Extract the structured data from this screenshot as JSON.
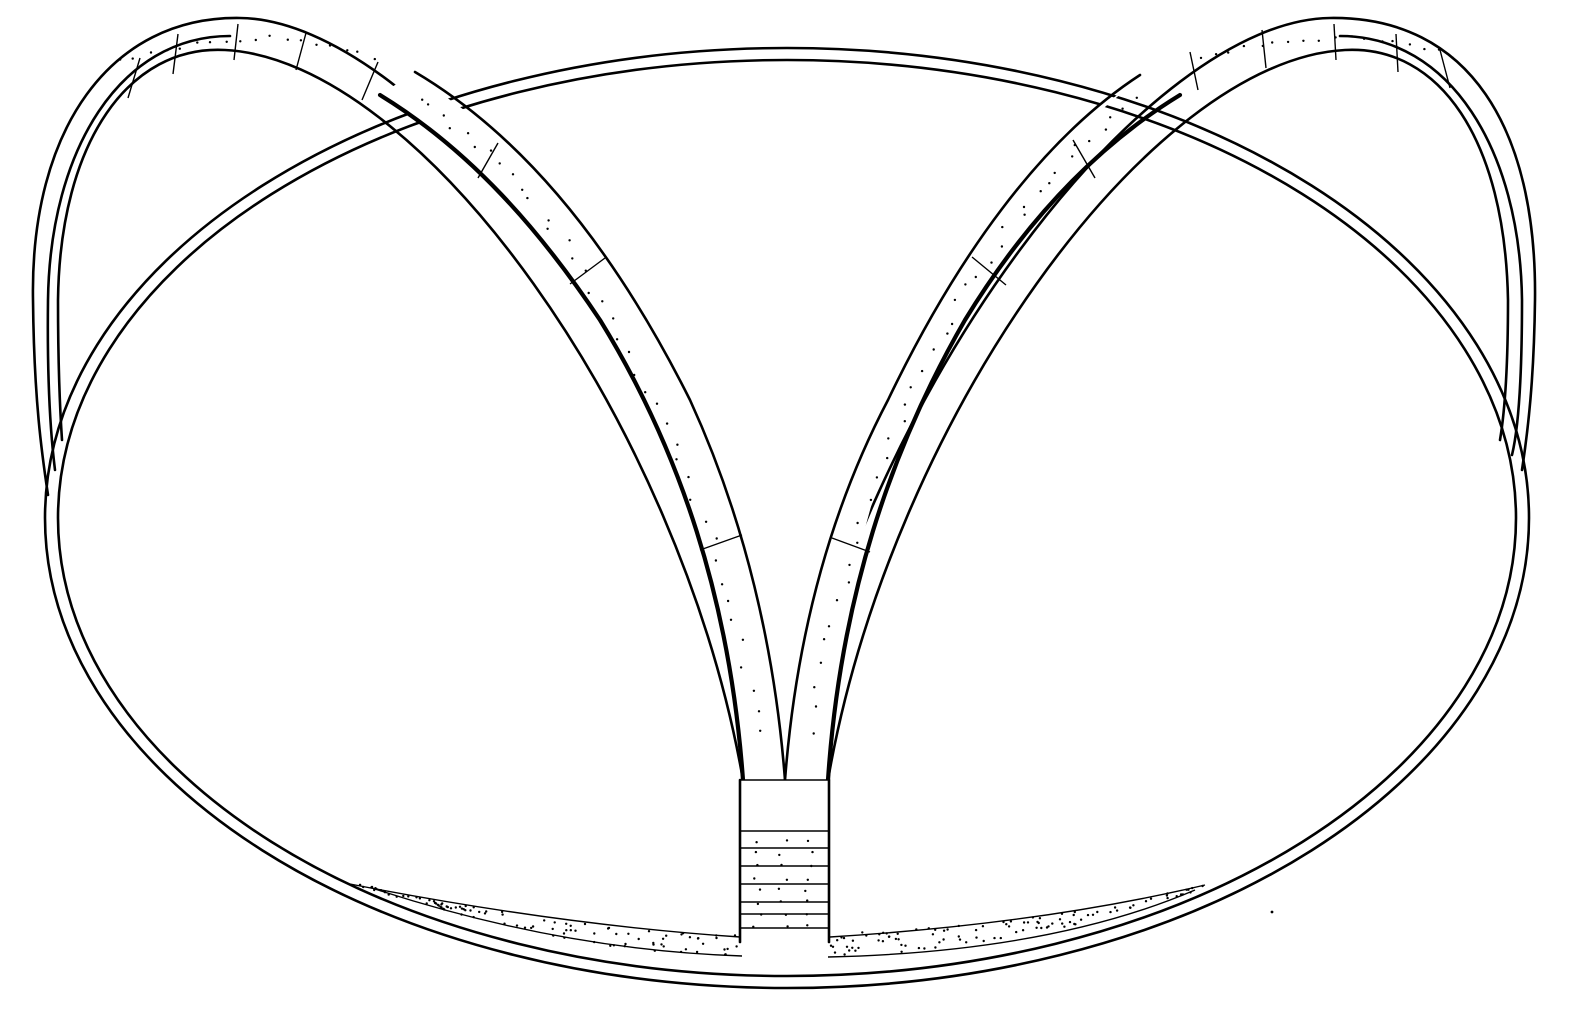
{
  "figure": {
    "colors": {
      "line": "#000000",
      "background": "#ffffff"
    },
    "parts": [
      "outer-ring",
      "left-loop",
      "right-loop",
      "left-arm",
      "right-arm",
      "stem",
      "bottom-web"
    ]
  }
}
